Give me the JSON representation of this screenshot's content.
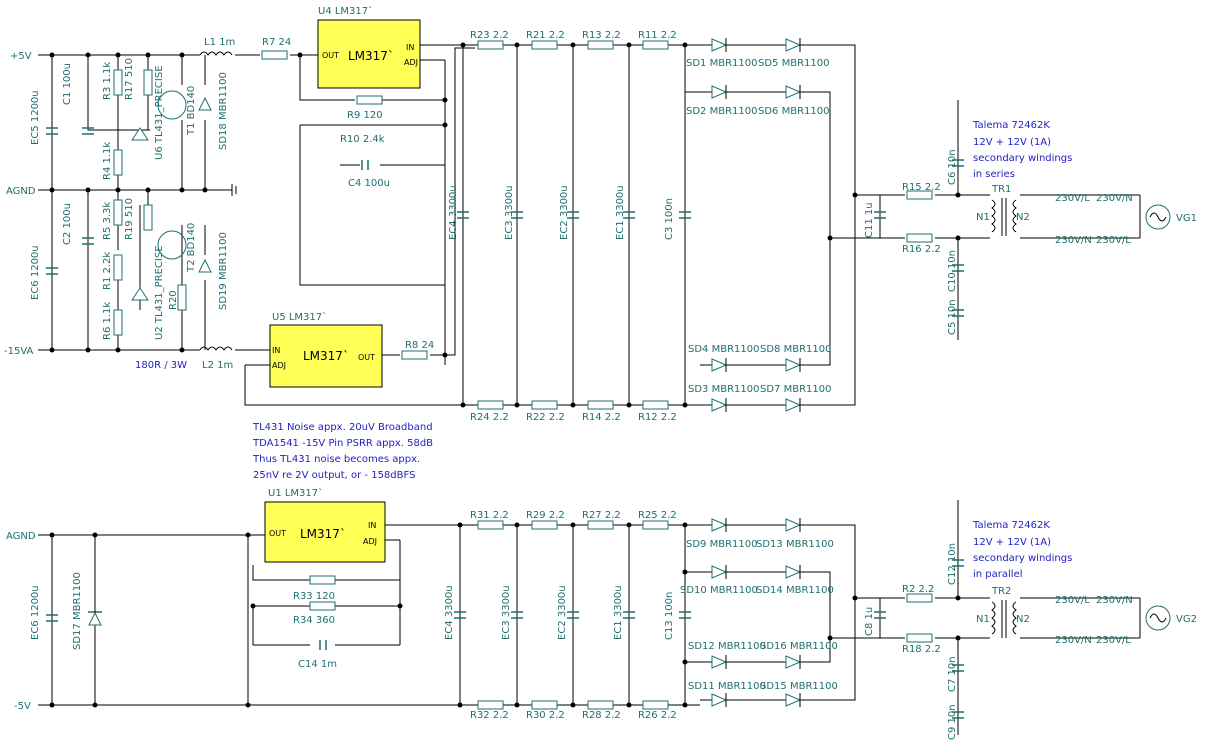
{
  "schematic": {
    "top": {
      "nets": {
        "plus5": "+5V",
        "agnd": "AGND",
        "minus15": "-15VA"
      },
      "regulators": [
        {
          "ref": "U4 LM317`",
          "name": "LM317`",
          "pins": [
            "OUT",
            "IN",
            "ADJ"
          ]
        },
        {
          "ref": "U5 LM317`",
          "name": "LM317`",
          "pins": [
            "IN",
            "ADJ",
            "OUT"
          ]
        }
      ],
      "components": {
        "L1": "L1 1m",
        "R7": "R7 24",
        "R9": "R9 120",
        "R10": "R10 2.4k",
        "C4": "C4 100u",
        "R8": "R8 24",
        "L2": "L2 1m",
        "EC5": "EC5 1200u",
        "C1": "C1 100u",
        "R3": "R3 1.1k",
        "R17": "R17 510",
        "U6": "U6 TL431_PRECISE",
        "T1": "T1 BD140",
        "SD18": "SD18 MBR1100",
        "R4": "R4 1.1k",
        "EC6": "EC6 1200u",
        "C2": "C2 100u",
        "R5": "R5 3.3k",
        "R19": "R19 510",
        "R1": "R1 2.2k",
        "U2": "U2 TL431_PRECISE",
        "R20": "R20",
        "T2": "T2 BD140",
        "SD19": "SD19 MBR1100",
        "R6": "R6 1.1k",
        "EC4": "EC4 3300u",
        "EC3": "EC3 3300u",
        "EC2": "EC2 3300u",
        "EC1": "EC1 3300u",
        "C3": "C3 100n",
        "R23": "R23 2.2",
        "R21": "R21 2.2",
        "R13": "R13 2.2",
        "R11": "R11 2.2",
        "R24": "R24 2.2",
        "R22": "R22 2.2",
        "R14": "R14 2.2",
        "R12": "R12 2.2",
        "SD1": "SD1 MBR1100",
        "SD5": "SD5 MBR1100",
        "SD2": "SD2 MBR1100",
        "SD6": "SD6 MBR1100",
        "SD4": "SD4 MBR1100",
        "SD8": "SD8 MBR1100",
        "SD3": "SD3 MBR1100",
        "SD7": "SD7 MBR1100",
        "C11": "C11 1u",
        "R15": "R15 2.2",
        "R16": "R16 2.2",
        "C6": "C6 10n",
        "C10": "C10 10n",
        "C5": "C5 10n",
        "TR1": "TR1",
        "N1": "N1",
        "N2": "N2",
        "VG1": "VG1",
        "v230l_a": "230V/L",
        "v230n_a": "230V/N",
        "v230n_b": "230V/N",
        "v230l_b": "230V/L"
      },
      "r20_note": "180R / 3W",
      "transformer_note": [
        "Talema 72462K",
        "12V + 12V (1A)",
        "secondary windings",
        "in series"
      ],
      "noise_note": [
        "TL431 Noise appx. 20uV Broadband",
        "TDA1541 -15V Pin PSRR appx. 58dB",
        "Thus TL431 noise becomes appx.",
        "25nV re 2V output, or - 158dBFS"
      ]
    },
    "bottom": {
      "nets": {
        "agnd": "AGND",
        "minus5": "-5V"
      },
      "regulators": [
        {
          "ref": "U1 LM317`",
          "name": "LM317`",
          "pins": [
            "OUT",
            "IN",
            "ADJ"
          ]
        }
      ],
      "components": {
        "EC6": "EC6 1200u",
        "SD17": "SD17 MBR1100",
        "R33": "R33 120",
        "R34": "R34 360",
        "C14": "C14 1m",
        "EC4": "EC4 3300u",
        "EC3": "EC3 3300u",
        "EC2": "EC2 3300u",
        "EC1": "EC1 3300u",
        "C13": "C13 100n",
        "R31": "R31 2.2",
        "R29": "R29 2.2",
        "R27": "R27 2.2",
        "R25": "R25 2.2",
        "R32": "R32 2.2",
        "R30": "R30 2.2",
        "R28": "R28 2.2",
        "R26": "R26 2.2",
        "SD9": "SD9 MBR1100",
        "SD13": "SD13 MBR1100",
        "SD10": "SD10 MBR1100",
        "SD14": "SD14 MBR1100",
        "SD12": "SD12 MBR1100",
        "SD16": "SD16 MBR1100",
        "SD11": "SD11 MBR1100",
        "SD15": "SD15 MBR1100",
        "C8": "C8 1u",
        "R2": "R2 2.2",
        "R18": "R18 2.2",
        "C12": "C12 10n",
        "C7": "C7 10n",
        "C9": "C9 10n",
        "TR2": "TR2",
        "N1": "N1",
        "N2": "N2",
        "VG2": "VG2",
        "v230l_a": "230V/L",
        "v230n_a": "230V/N",
        "v230n_b": "230V/N",
        "v230l_b": "230V/L"
      },
      "transformer_note": [
        "Talema 72462K",
        "12V + 12V (1A)",
        "secondary windings",
        "in parallel"
      ]
    },
    "colors": {
      "wire": "#000000",
      "component": "#1f6f6f",
      "note": "#1f1fbf",
      "regulator_fill": "#ffff55"
    }
  }
}
